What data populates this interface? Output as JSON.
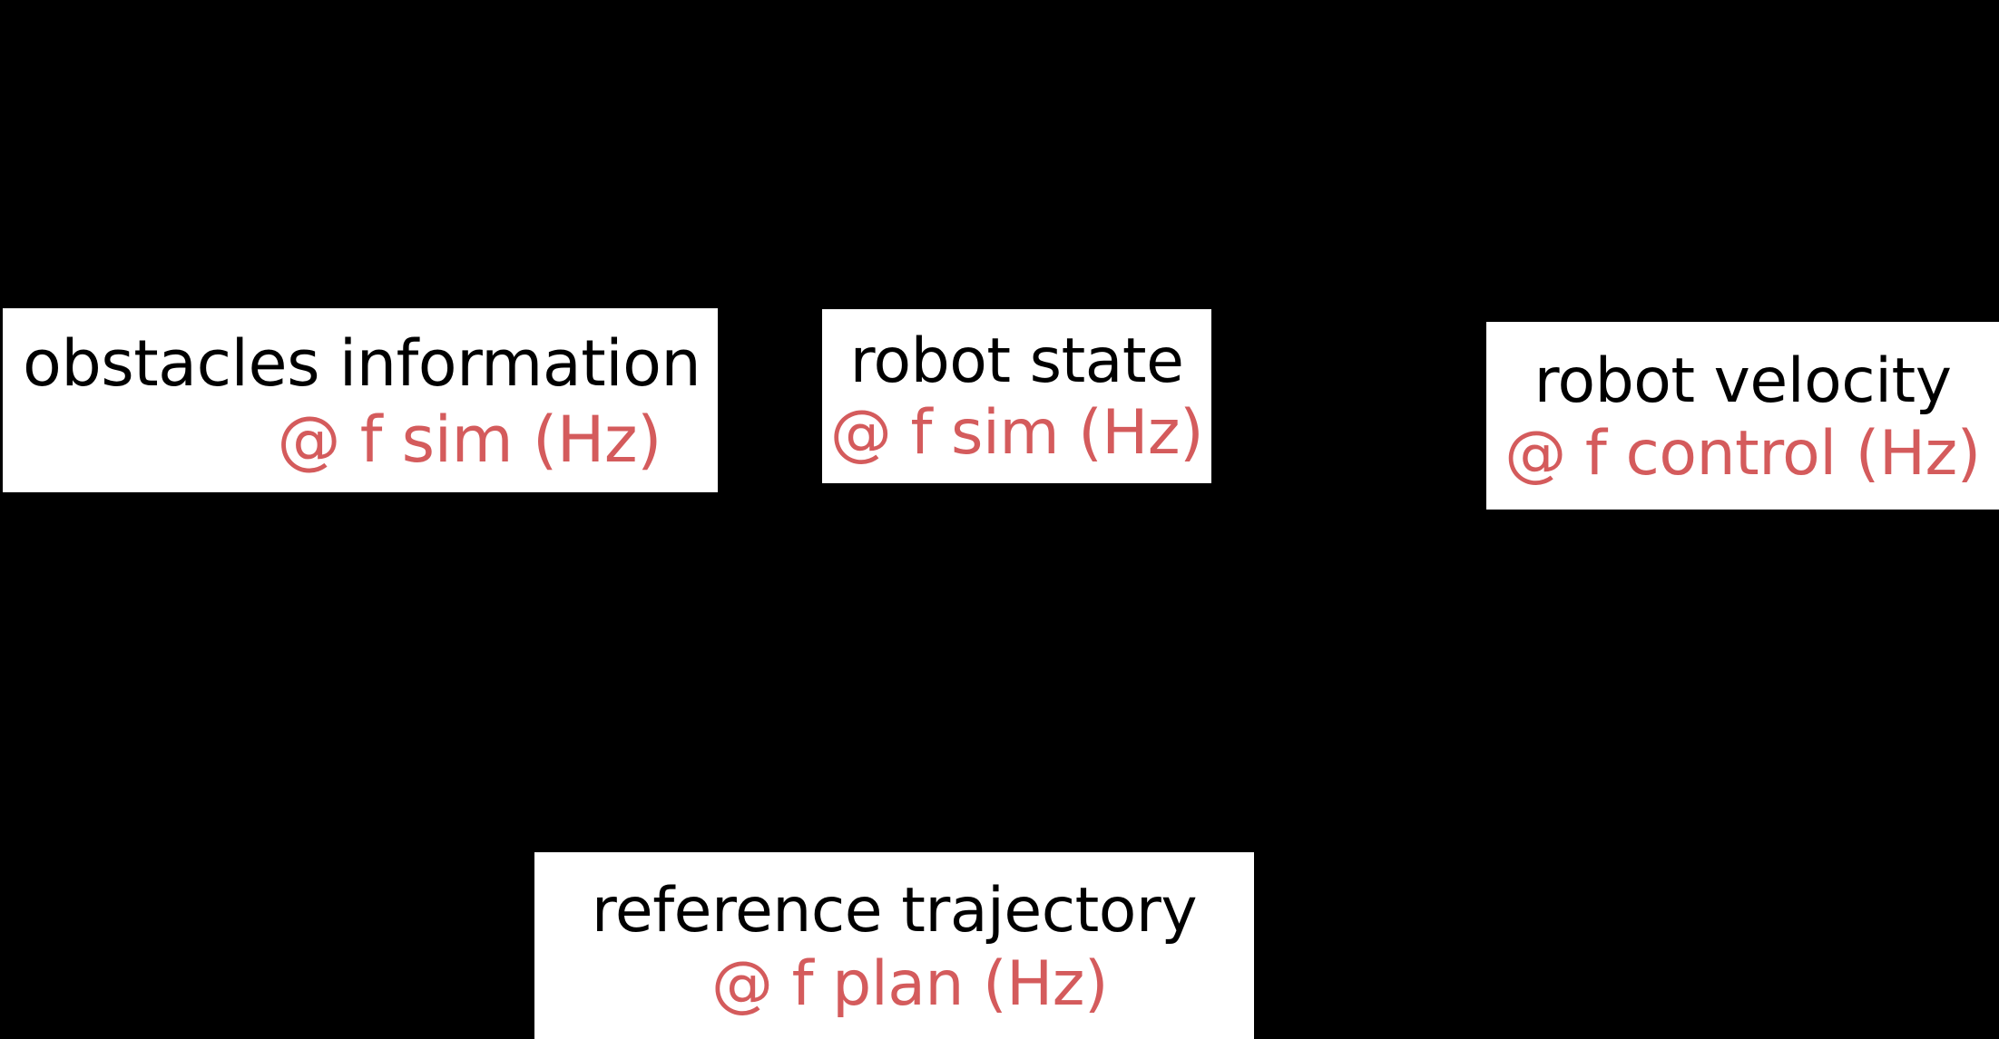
{
  "diagram": {
    "background_color": "#000000",
    "box_fill_color": "#ffffff",
    "title_text_color": "#000000",
    "rate_text_color": "#d45b5c",
    "nodes": [
      {
        "id": "obstacles-information",
        "title": "obstacles information",
        "rate": "@ f sim (Hz)"
      },
      {
        "id": "robot-state",
        "title": "robot state",
        "rate": "@ f sim (Hz)"
      },
      {
        "id": "robot-velocity",
        "title": "robot velocity",
        "rate": "@ f control (Hz)"
      },
      {
        "id": "reference-trajectory",
        "title": "reference trajectory",
        "rate": "@ f plan (Hz)"
      }
    ]
  }
}
